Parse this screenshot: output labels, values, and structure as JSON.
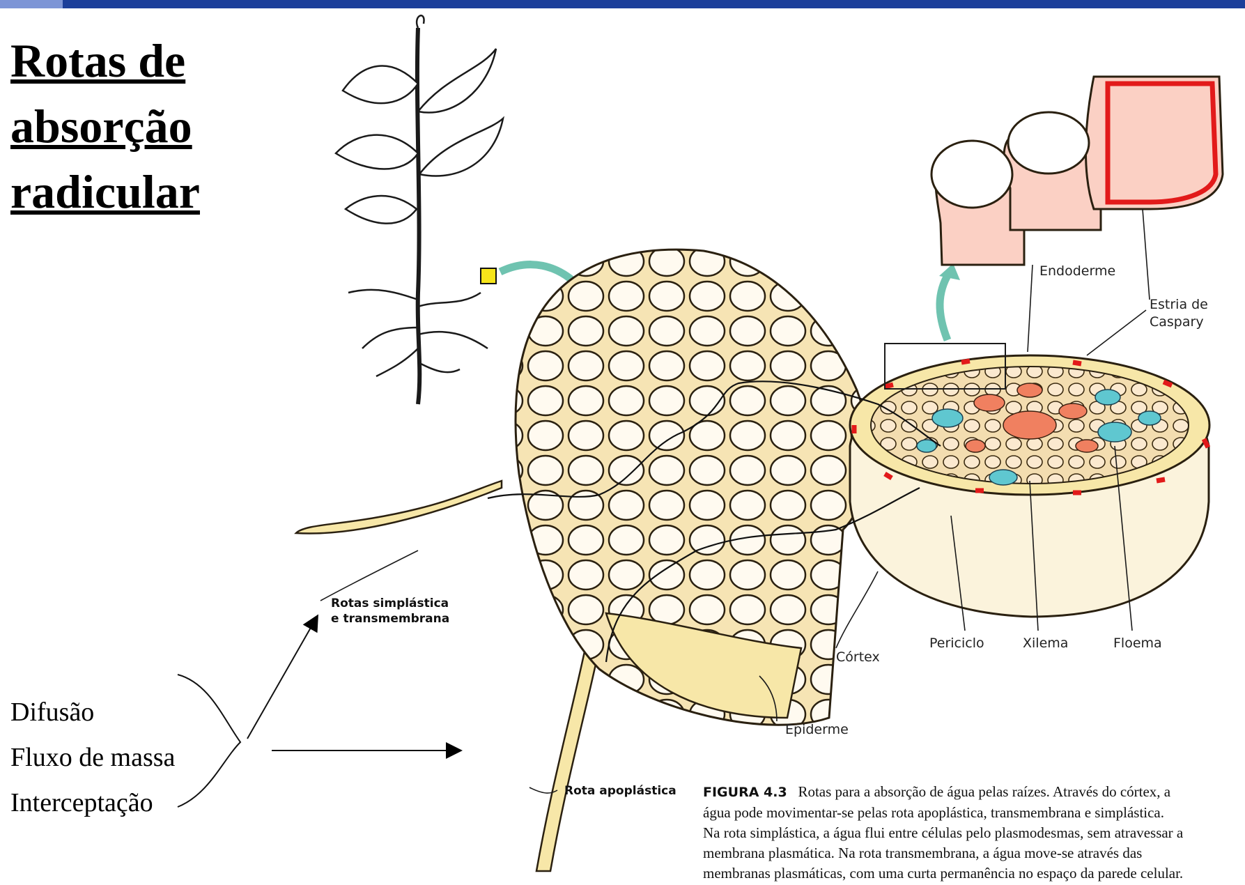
{
  "slide": {
    "title_lines": [
      "Rotas de",
      "absorção",
      "radicular"
    ],
    "mechanisms": [
      "Difusão",
      "Fluxo de massa",
      "Interceptação"
    ]
  },
  "labels": {
    "endoderme": "Endoderme",
    "estria": [
      "Estria de",
      "Caspary"
    ],
    "periciclo": "Periciclo",
    "xilema": "Xilema",
    "floema": "Floema",
    "cortex": "Córtex",
    "epiderme": "Epiderme",
    "rotas_simplastica": [
      "Rotas simplástica",
      "e transmembrana"
    ],
    "rota_apoplastica": "Rota apoplástica"
  },
  "caption": {
    "figure_id": "FIGURA 4.3",
    "lines": [
      "Rotas para a absorção de água pelas raízes. Através do córtex, a",
      "água pode movimentar-se pelas rota apoplástica, transmembrana e simplástica.",
      "Na rota simplástica, a água flui entre células pelo plasmodesmas, sem atravessar a",
      "membrana plasmática. Na rota transmembrana, a água move-se através das",
      "membranas plasmáticas, com uma curta permanência no espaço da parede celular."
    ]
  },
  "colors": {
    "topbar": "#1c3f9a",
    "cell_wall": "#e8c07a",
    "cell_fill": "#fffaf0",
    "casparian_strip": "#e21a1a",
    "xylem": "#f08060",
    "phloem": "#5fc7d0",
    "arrow_teal": "#6fc3b0",
    "highlight_box": "#f7e51a"
  }
}
